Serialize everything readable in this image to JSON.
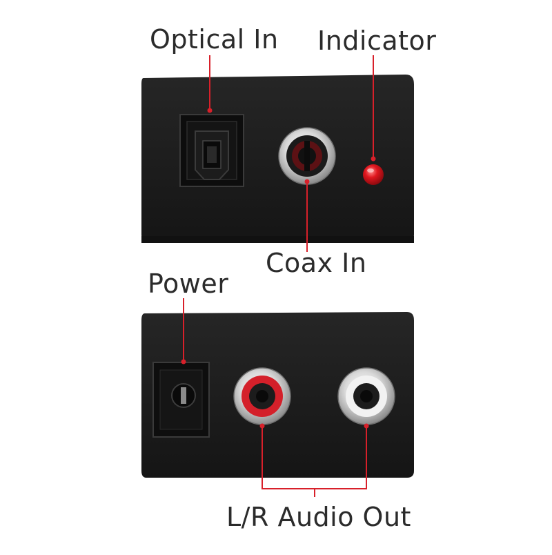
{
  "labels": {
    "optical_in": "Optical In",
    "indicator": "Indicator",
    "coax_in": "Coax In",
    "power": "Power",
    "lr_audio_out": "L/R Audio Out"
  },
  "colors": {
    "background": "#ffffff",
    "device_body": "#1c1c1c",
    "callout_line": "#d8202a",
    "label_text": "#2b2b2b",
    "rca_left_ring": "#d4202a",
    "rca_right_ring": "#f2f2f2",
    "indicator_led": "#e0161e"
  }
}
